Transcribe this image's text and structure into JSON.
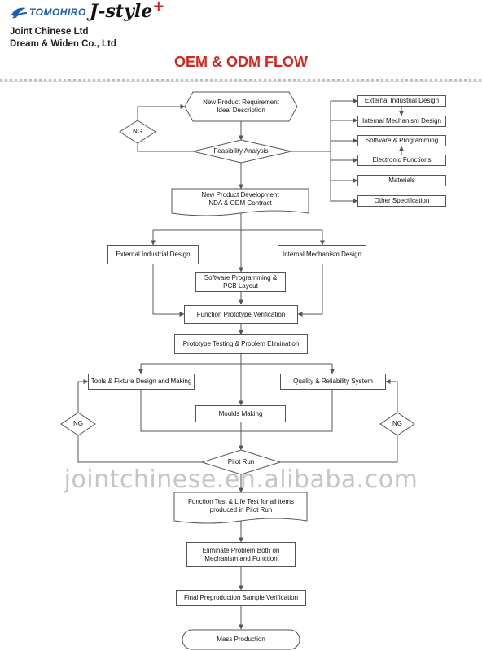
{
  "header": {
    "logo_text": "TOMOHIRO",
    "brand": "J-style",
    "brand_plus": "+",
    "company_line1": "Joint Chinese Ltd",
    "company_line2": "Dream & Widen Co., Ltd"
  },
  "title": "OEM & ODM FLOW",
  "colors": {
    "title": "#d8231e",
    "logo": "#1a5fb4",
    "lines": "#555555"
  },
  "flow": {
    "requirement": "New Product Requirement\nIdeal Description",
    "ng_top": "NG",
    "feasibility": "Feasibility Analysis",
    "contract": "New Product Development\nNDA & ODM Contract",
    "ext_design": "External Industrial Design",
    "int_design": "Internal Mechanism Design",
    "software_pcb": "Software Programming &\nPCB Layout",
    "function_proto": "Function Prototype Verification",
    "proto_testing": "Prototype Testing & Problem Elimination",
    "tools_fixture": "Tools & Fixture Design and Making",
    "quality": "Quality & Reliability System",
    "moulds": "Moulds Making",
    "ng_left": "NG",
    "ng_right": "NG",
    "pilot_run": "Pilot Run",
    "function_test": "Function Test & Life Test for all items\nproduced in Pilot Run",
    "eliminate": "Eliminate Problem Both on\nMechanism and Function",
    "final_preprod": "Final Preproduction Sample Verification",
    "mass_production": "Mass Production",
    "side_items": [
      "External Industrial Design",
      "Internal Mechanism Design",
      "Software & Programming",
      "Electronic Functions",
      "Materials",
      "Other Specification"
    ]
  },
  "watermark": "jointchinese.en.alibaba.com"
}
